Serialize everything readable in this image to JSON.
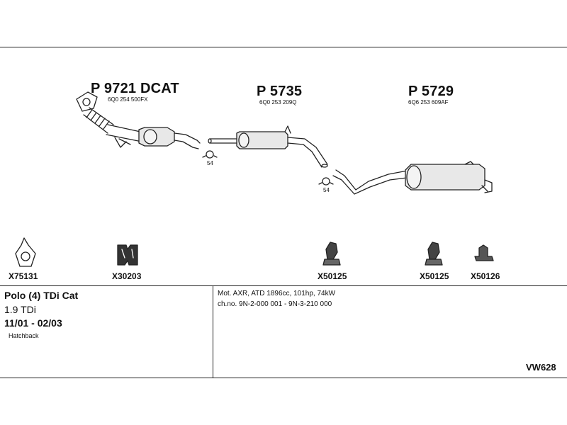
{
  "parts": [
    {
      "number": "P 9721 DCAT",
      "oem": "6Q0 254 500FX"
    },
    {
      "number": "P 5735",
      "oem": "6Q0 253 209Q"
    },
    {
      "number": "P 5729",
      "oem": "6Q6 253 609AF"
    }
  ],
  "clamps": [
    "54",
    "54"
  ],
  "accessories": [
    "X75131",
    "X30203",
    "X50125",
    "X50125",
    "X50126"
  ],
  "vehicle": {
    "model": "Polo (4) TDi Cat",
    "engine": "1.9 TDi",
    "years": "11/01 - 02/03",
    "body": "Hatchback"
  },
  "specs": {
    "line1": "Mot. AXR, ATD 1896cc, 101hp, 74kW",
    "line2": "ch.no. 9N-2-000 001 - 9N-3-210 000"
  },
  "diagram_code": "VW628"
}
